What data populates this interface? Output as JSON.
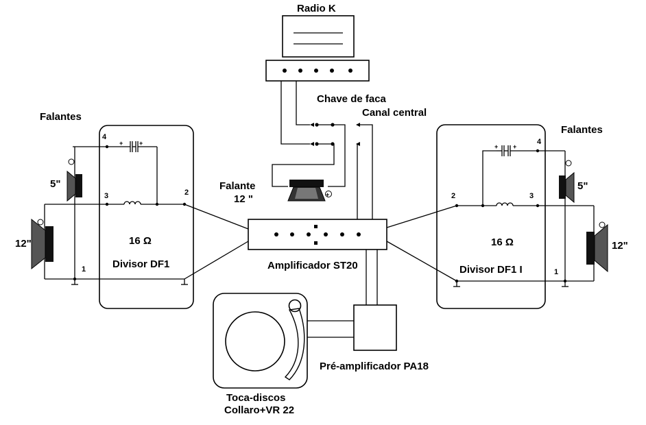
{
  "labels": {
    "radio": "Radio K",
    "chave": "Chave de faca",
    "canal": "Canal central",
    "falantes_left": "Falantes",
    "falantes_right": "Falantes",
    "falante_center": "Falante",
    "falante_center_size": "12 \"",
    "amp": "Amplificador ST20",
    "preamp": "Pré-amplificador PA18",
    "toca1": "Toca-discos",
    "toca2": "Collaro+VR 22",
    "divisor_left": "Divisor DF1",
    "divisor_right": "Divisor DF1 I",
    "ohm_left": "16 Ω",
    "ohm_right": "16 Ω",
    "size_5_left": "5\"",
    "size_12_left": "12\"",
    "size_5_right": "5\"",
    "size_12_right": "12\""
  },
  "terminals": {
    "left": [
      "4",
      "3",
      "2",
      "1"
    ],
    "right": [
      "2",
      "4",
      "3",
      "1"
    ]
  }
}
